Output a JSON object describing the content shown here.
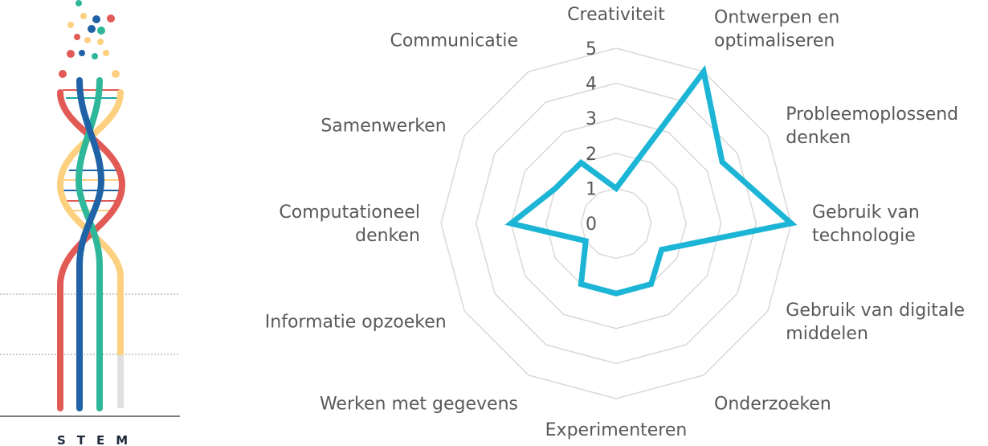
{
  "logo": {
    "text": "STEM",
    "colors": {
      "red": "#e15a55",
      "blue": "#1f63a6",
      "green": "#2fb79a",
      "yellow": "#fcd07f",
      "gray": "#e0e0e0",
      "teal": "#1aa6a6"
    }
  },
  "chart_data": {
    "type": "radar",
    "categories": [
      "Creativiteit",
      "Ontwerpen en optimaliseren",
      "Probleemoplossend denken",
      "Gebruik van technologie",
      "Gebruik van digitale middelen",
      "Onderzoeken",
      "Experimenteren",
      "Werken met gegevens",
      "Informatie opzoeken",
      "Computationeel denken",
      "Samenwerken",
      "Communicatie"
    ],
    "category_lines": [
      [
        "Creativiteit"
      ],
      [
        "Ontwerpen en",
        "optimaliseren"
      ],
      [
        "Probleemoplossend",
        "denken"
      ],
      [
        "Gebruik van",
        "technologie"
      ],
      [
        "Gebruik van digitale",
        "middelen"
      ],
      [
        "Onderzoeken"
      ],
      [
        "Experimenteren"
      ],
      [
        "Werken met gegevens"
      ],
      [
        "Informatie opzoeken"
      ],
      [
        "Computationeel",
        "denken"
      ],
      [
        "Samenwerken"
      ],
      [
        "Communicatie"
      ]
    ],
    "values": [
      1,
      5,
      3.5,
      5,
      1.5,
      2,
      2,
      2,
      1,
      3,
      2,
      2
    ],
    "ticks": [
      "0",
      "1",
      "2",
      "3",
      "4",
      "5"
    ],
    "rmax": 5,
    "series_color": "#1cb5d6",
    "grid_color": "#d9d9d9"
  }
}
